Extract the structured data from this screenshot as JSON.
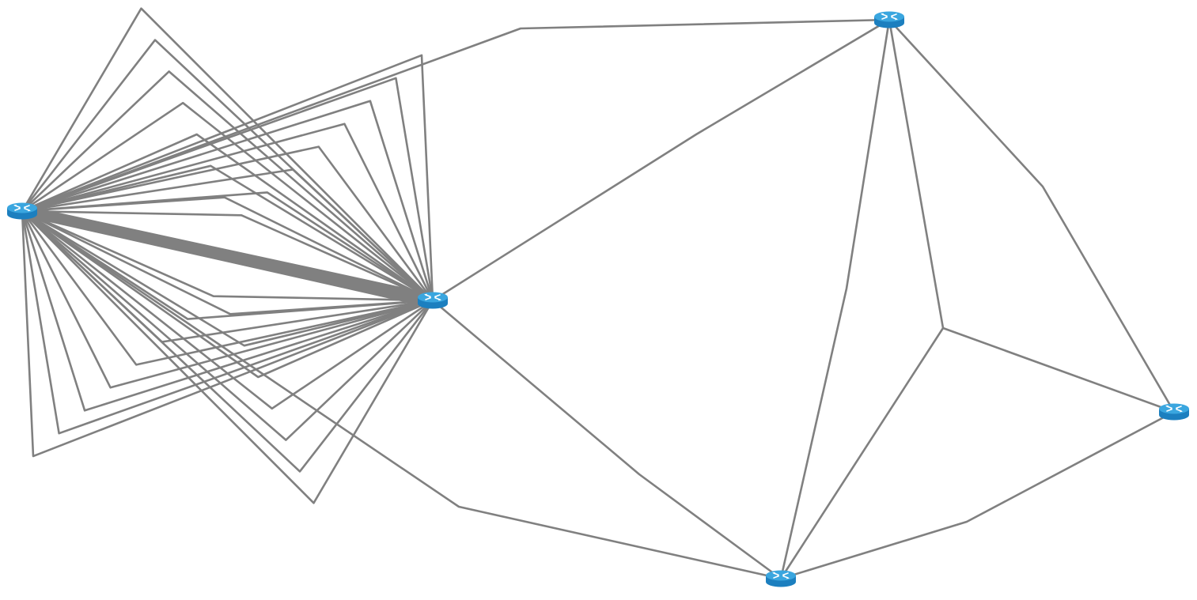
{
  "diagram": {
    "type": "network-topology",
    "node_icon": "router-icon",
    "colors": {
      "background": "#ffffff",
      "link": "#808080",
      "router_top": "#3aa6df",
      "router_side": "#1c7fbf",
      "router_mark": "#ffffff"
    },
    "nodes": [
      {
        "id": "router-1",
        "icon": "router-icon"
      },
      {
        "id": "router-2",
        "icon": "router-icon"
      },
      {
        "id": "router-3",
        "icon": "router-icon"
      },
      {
        "id": "router-4",
        "icon": "router-icon"
      },
      {
        "id": "router-5",
        "icon": "router-icon"
      }
    ],
    "links": [
      {
        "from": "router-1",
        "to": "router-2",
        "count": 30
      },
      {
        "from": "router-1",
        "to": "router-3",
        "count": 1
      },
      {
        "from": "router-1",
        "to": "router-4",
        "count": 1
      },
      {
        "from": "router-2",
        "to": "router-3",
        "count": 1
      },
      {
        "from": "router-2",
        "to": "router-4",
        "count": 1
      },
      {
        "from": "router-3",
        "to": "router-4",
        "count": 2
      },
      {
        "from": "router-3",
        "to": "router-5",
        "count": 1
      },
      {
        "from": "router-4",
        "to": "router-5",
        "count": 2
      }
    ]
  }
}
